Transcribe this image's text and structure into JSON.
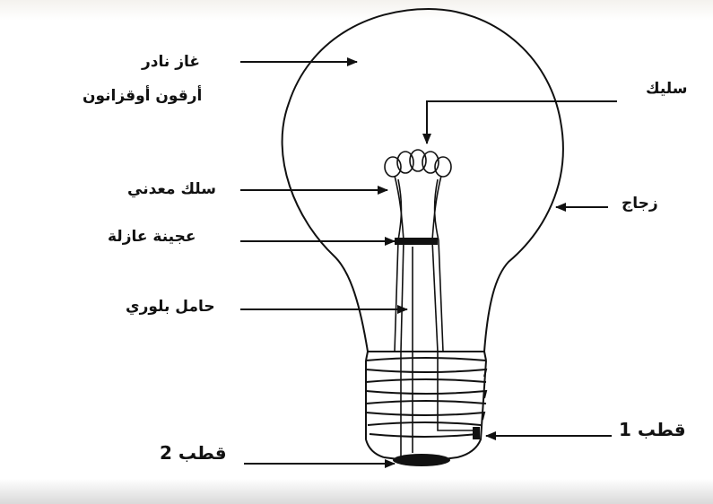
{
  "labels": {
    "gas_line1": "غاز نادر",
    "gas_line2": "أرقون أوقزانون",
    "filament": "سليك",
    "metal_wire": "سلك معدني",
    "insulating_paste": "عجينة عازلة",
    "glass": "زجاج",
    "glass_support": "حامل بلوري",
    "pole1": "قطب 1",
    "pole2": "قطب 2"
  },
  "colors": {
    "line": "#111111",
    "background": "#ffffff"
  }
}
